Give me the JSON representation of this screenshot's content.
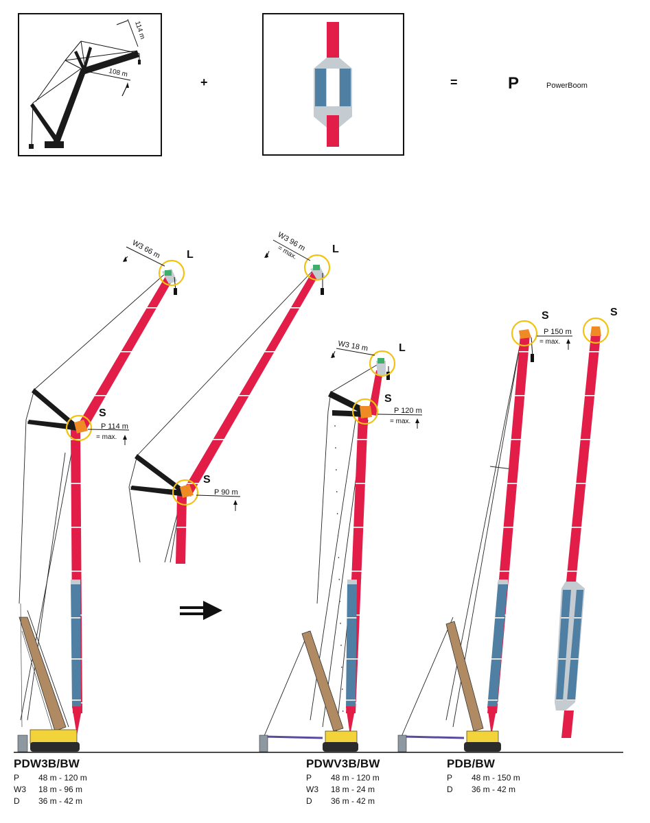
{
  "top": {
    "box1": {
      "dim_top": "114 m",
      "dim_side": "108 m"
    },
    "plus": "+",
    "equals": "=",
    "letter": "P",
    "name": "PowerBoom"
  },
  "labels": {
    "c1": {
      "tip_mark": "L",
      "tip_dim": "W3 66 m",
      "mid_mark": "S",
      "mid_dim": "P 114 m",
      "mid_note": "= max."
    },
    "c2": {
      "tip_mark": "L",
      "tip_dim": "W3 96 m",
      "tip_note": "= max.",
      "mid_mark": "S",
      "mid_dim": "P 90 m"
    },
    "c3": {
      "tip_mark": "L",
      "tip_dim": "W3 18 m",
      "mid_mark": "S",
      "mid_dim": "P 120 m",
      "mid_note": "= max."
    },
    "c4": {
      "tip_mark": "S",
      "tip_dim": "P 150 m",
      "tip_note": "= max."
    },
    "c5": {
      "tip_mark": "S"
    }
  },
  "specs": [
    {
      "title": "PDW3B/BW",
      "rows": [
        {
          "key": "P",
          "value": "48 m - 120 m"
        },
        {
          "key": "W3",
          "value": "18 m - 96 m"
        },
        {
          "key": "D",
          "value": "36 m - 42 m"
        }
      ]
    },
    {
      "title": "PDWV3B/BW",
      "rows": [
        {
          "key": "P",
          "value": "48 m - 120 m"
        },
        {
          "key": "W3",
          "value": "18 m - 24 m"
        },
        {
          "key": "D",
          "value": "36 m - 42 m"
        }
      ]
    },
    {
      "title": "PDB/BW",
      "rows": [
        {
          "key": "P",
          "value": "48 m - 150 m"
        },
        {
          "key": "D",
          "value": "36 m - 42 m"
        }
      ]
    }
  ],
  "colors": {
    "boom_red": "#e11d48",
    "boom_blue": "#4f7fa3",
    "steel_grey": "#c4cbd1",
    "highlight_yellow": "#f2c20f",
    "head_orange": "#f08a24",
    "jib_head_green": "#3fae6a",
    "derrick_black": "#1a1a1a",
    "ballast_tan": "#b08a62",
    "crawler_yellow": "#f3d33a",
    "pendant_purple": "#5a4a9e"
  }
}
